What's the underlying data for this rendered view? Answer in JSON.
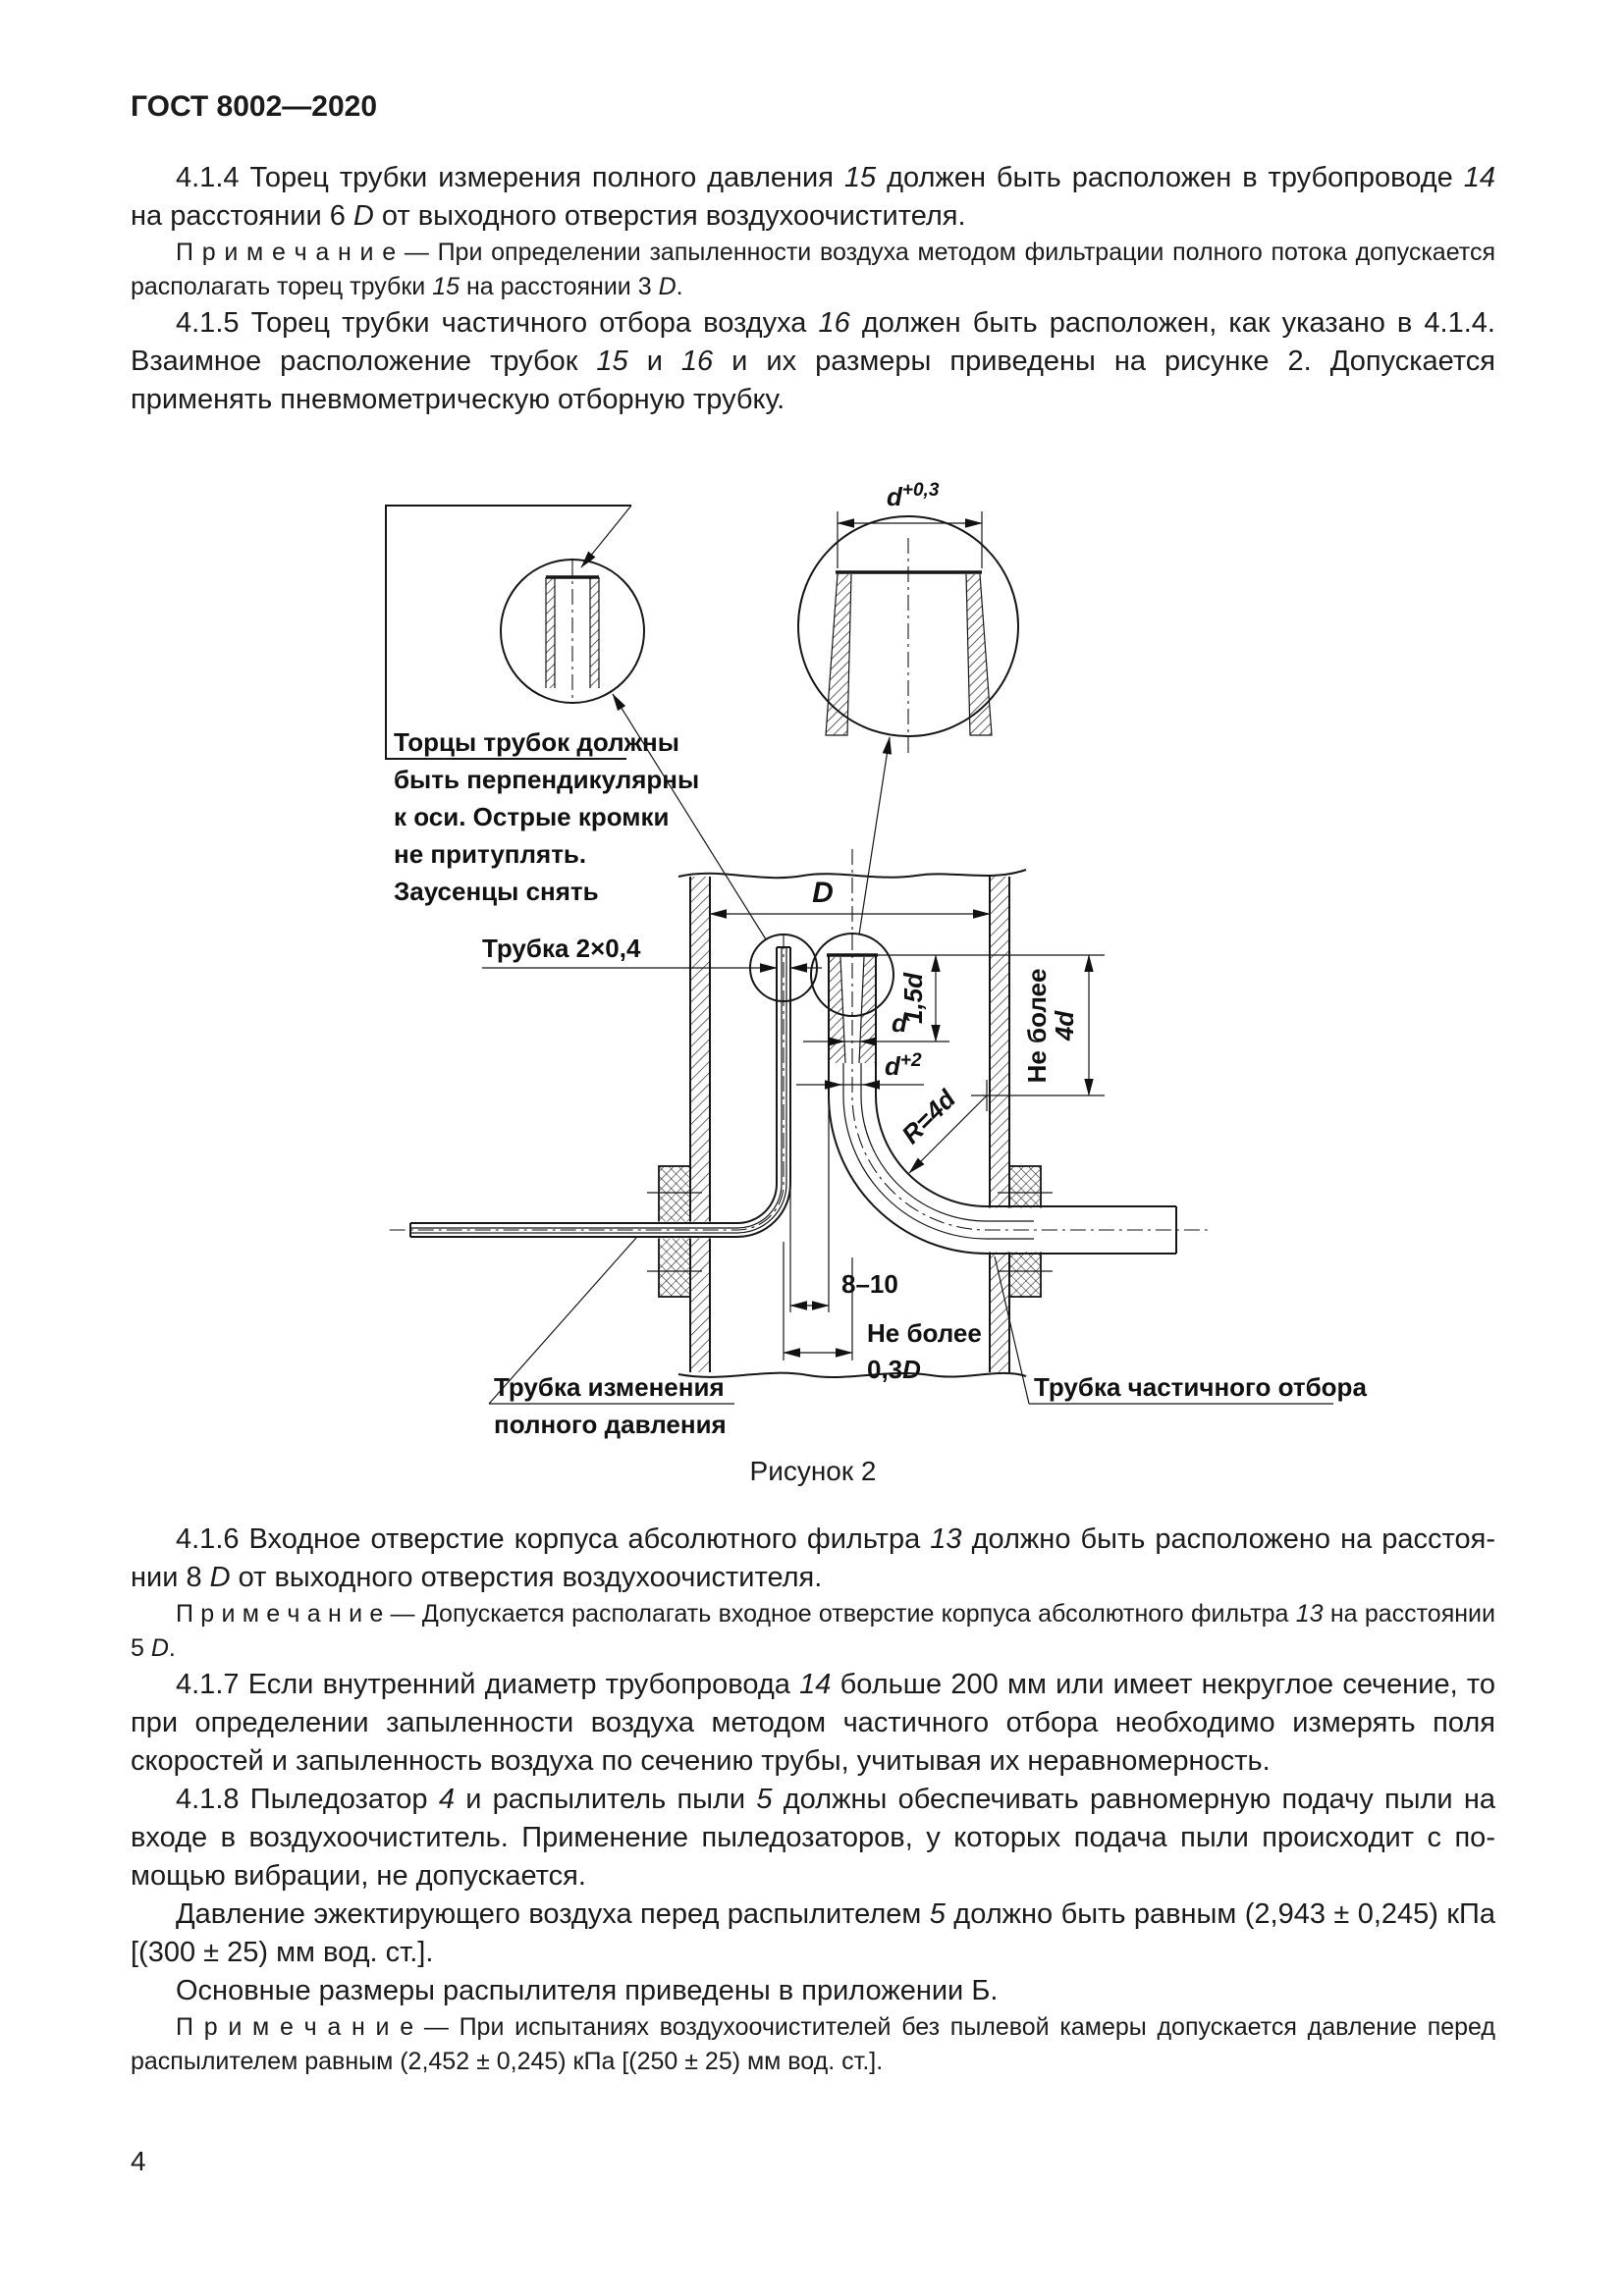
{
  "page": {
    "header": "ГОСТ 8002—2020",
    "page_number": "4"
  },
  "paragraphs": {
    "p414": [
      {
        "t": "4.1.4  Торец трубки измерения полного давления "
      },
      {
        "t": "15",
        "i": 1
      },
      {
        "t": " должен быть расположен в трубопроводе "
      },
      {
        "t": "14",
        "i": 1
      },
      {
        "t": " на расстоянии 6 "
      },
      {
        "t": "D",
        "i": 1
      },
      {
        "t": " от выходного отверстия воздухоочистителя."
      }
    ],
    "note414": [
      {
        "t": "П р и м е ч а н и е  — При определении запыленности воздуха методом фильтрации полного потока допуска­ется располагать торец трубки "
      },
      {
        "t": "15",
        "i": 1
      },
      {
        "t": " на расстоянии 3 "
      },
      {
        "t": "D",
        "i": 1
      },
      {
        "t": "."
      }
    ],
    "p415": [
      {
        "t": "4.1.5  Торец трубки частичного отбора воздуха "
      },
      {
        "t": "16",
        "i": 1
      },
      {
        "t": " должен быть расположен, как указано в 4.1.4. Взаимное расположение трубок "
      },
      {
        "t": "15",
        "i": 1
      },
      {
        "t": " и "
      },
      {
        "t": "16",
        "i": 1
      },
      {
        "t": " и их размеры приведены на рисунке 2. Допускается применять пневмометрическую отборную трубку."
      }
    ],
    "p416": [
      {
        "t": "4.1.6  Входное отверстие корпуса абсолютного фильтра "
      },
      {
        "t": "13",
        "i": 1
      },
      {
        "t": " должно быть расположено на расстоя­нии 8 "
      },
      {
        "t": "D",
        "i": 1
      },
      {
        "t": " от выходного отверстия воздухоочистителя."
      }
    ],
    "note416": [
      {
        "t": "П р и м е ч а н и е  — Допускается располагать входное отверстие корпуса абсолютного фильтра "
      },
      {
        "t": "13",
        "i": 1
      },
      {
        "t": " на рас­стоянии 5 "
      },
      {
        "t": "D",
        "i": 1
      },
      {
        "t": "."
      }
    ],
    "p417": [
      {
        "t": "4.1.7  Если внутренний диаметр трубопровода "
      },
      {
        "t": "14",
        "i": 1
      },
      {
        "t": " больше 200 мм или имеет некруглое сечение, то при определении запыленности воздуха методом частичного отбора необходимо измерять поля скоро­стей и запыленность воздуха по сечению трубы, учитывая их неравномерность."
      }
    ],
    "p418": [
      {
        "t": "4.1.8 Пыледозатор "
      },
      {
        "t": "4",
        "i": 1
      },
      {
        "t": " и распылитель пыли "
      },
      {
        "t": "5",
        "i": 1
      },
      {
        "t": " должны обеспечивать равномерную подачу пыли на входе в воздухоочиститель. Применение пыледозаторов, у которых подача пыли происходит с по­мощью вибрации, не допускается."
      }
    ],
    "p418b": [
      {
        "t": "Давление эжектирующего воздуха перед распылителем "
      },
      {
        "t": "5",
        "i": 1
      },
      {
        "t": " должно быть равным (2,943 ± 0,245) кПа [(300 ± 25) мм вод. ст.]."
      }
    ],
    "p418c": [
      {
        "t": "Основные размеры распылителя приведены в приложении Б."
      }
    ],
    "note418": [
      {
        "t": "П р и м е ч а н и е  — При испытаниях воздухоочистителей без пылевой камеры допускается давление перед распылителем равным (2,452 ± 0,245) кПа [(250 ± 25) мм вод. ст.]."
      }
    ]
  },
  "figure": {
    "caption": "Рисунок 2",
    "callout": [
      "Торцы трубок должны",
      "быть перпендикулярны",
      "к оси. Острые кромки",
      "не притуплять.",
      "Заусенцы снять"
    ],
    "labels": {
      "tube_wall": "Трубка 2×0,4",
      "dim_D": "D",
      "dim_d03_base": "d",
      "dim_d03_sup": "+0,3",
      "dim_15d": "1,5d",
      "dim_d": "d",
      "dim_d2_base": "d",
      "dim_d2_sup": "+2",
      "dim_R": "R=4d",
      "dim_notmore1": "Не более",
      "dim_4d": "4d",
      "dim_810": "8–10",
      "dim_notmore2": "Не более",
      "dim_03D_base": "0,3",
      "dim_03D_it": "D",
      "label_left_1": "Трубка изменения",
      "label_left_2": "полного давления",
      "label_right": "Трубка частичного отбора"
    }
  }
}
